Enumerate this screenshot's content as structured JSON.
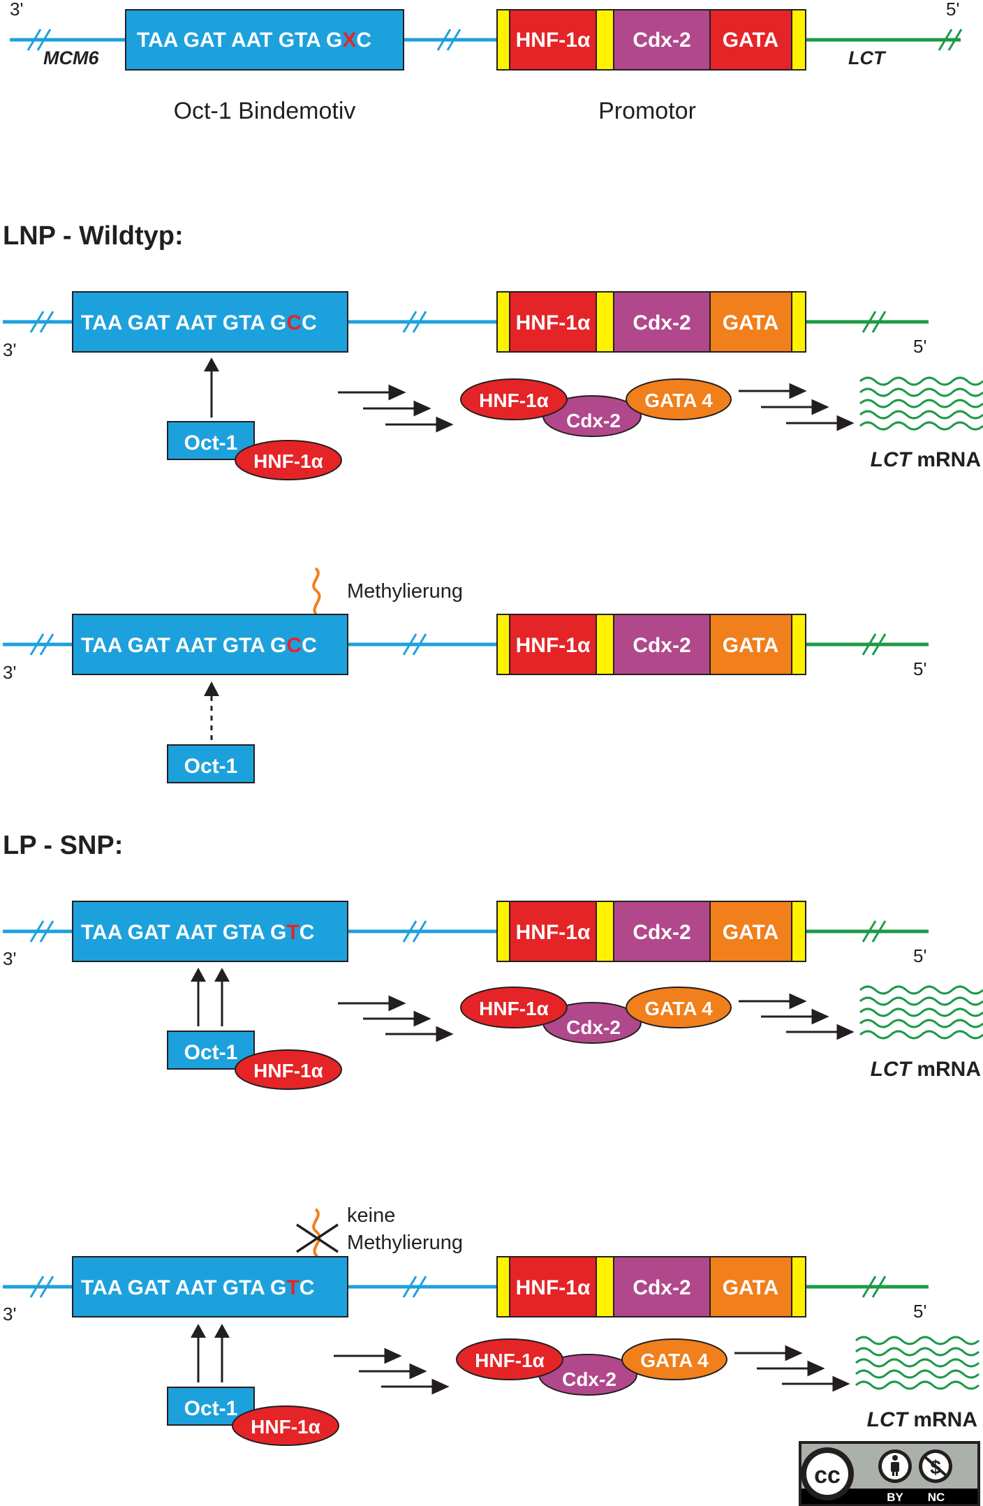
{
  "colors": {
    "mcm6_line": "#1da1dc",
    "lct_line": "#1c9a47",
    "oct_box": "#1da1dc",
    "hnf_red": "#e52427",
    "cdx_purple": "#b1488b",
    "gata_orange": "#f07f1c",
    "promoter_yellow": "#fff200",
    "mutation_red": "#e52427",
    "methyl_orange": "#f07f1c",
    "mrna_green": "#1c9a47",
    "text_dark": "#231f20"
  },
  "overview": {
    "end_3": "3'",
    "end_5": "5'",
    "gene_left": "MCM6",
    "gene_right": "LCT",
    "seq_prefix": "TAA GAT AAT GTA G",
    "seq_var": "X",
    "seq_suffix": "C",
    "motif_caption": "Oct-1 Bindemotiv",
    "promoter_caption": "Promotor",
    "box_hnf": "HNF-1α",
    "box_cdx": "Cdx-2",
    "box_gata": "GATA"
  },
  "lnp": {
    "heading": "LNP - Wildtyp:",
    "panel1": {
      "end_3": "3'",
      "end_5": "5'",
      "seq_prefix": "TAA GAT AAT GTA G",
      "seq_var": "C",
      "seq_suffix": "C",
      "box_hnf": "HNF-1α",
      "box_cdx": "Cdx-2",
      "box_gata": "GATA",
      "oct1": "Oct-1",
      "oct1_partner": "HNF-1α",
      "complex_hnf": "HNF-1α",
      "complex_cdx": "Cdx-2",
      "complex_gata": "GATA 4",
      "mrna_gene": "LCT",
      "mrna_suffix": " mRNA"
    },
    "panel2": {
      "end_3": "3'",
      "end_5": "5'",
      "seq_prefix": "TAA GAT AAT GTA G",
      "seq_var": "C",
      "seq_suffix": "C",
      "box_hnf": "HNF-1α",
      "box_cdx": "Cdx-2",
      "box_gata": "GATA",
      "methylation": "Methylierung",
      "oct1": "Oct-1"
    }
  },
  "lp": {
    "heading": "LP - SNP:",
    "panel1": {
      "end_3": "3'",
      "end_5": "5'",
      "seq_prefix": "TAA GAT AAT GTA G",
      "seq_var": "T",
      "seq_suffix": "C",
      "box_hnf": "HNF-1α",
      "box_cdx": "Cdx-2",
      "box_gata": "GATA",
      "oct1": "Oct-1",
      "oct1_partner": "HNF-1α",
      "complex_hnf": "HNF-1α",
      "complex_cdx": "Cdx-2",
      "complex_gata": "GATA 4",
      "mrna_gene": "LCT",
      "mrna_suffix": " mRNA"
    },
    "panel2": {
      "end_3": "3'",
      "end_5": "5'",
      "seq_prefix": "TAA GAT AAT GTA G",
      "seq_var": "T",
      "seq_suffix": "C",
      "box_hnf": "HNF-1α",
      "box_cdx": "Cdx-2",
      "box_gata": "GATA",
      "no_methylation_line1": "keine",
      "no_methylation_line2": "Methylierung",
      "oct1": "Oct-1",
      "oct1_partner": "HNF-1α",
      "complex_hnf": "HNF-1α",
      "complex_cdx": "Cdx-2",
      "complex_gata": "GATA 4",
      "mrna_gene": "LCT",
      "mrna_suffix": " mRNA"
    }
  },
  "license": {
    "cc": "cc",
    "by": "BY",
    "nc": "NC",
    "icon_names": [
      "cc-icon",
      "attribution-icon",
      "noncommercial-icon"
    ]
  }
}
